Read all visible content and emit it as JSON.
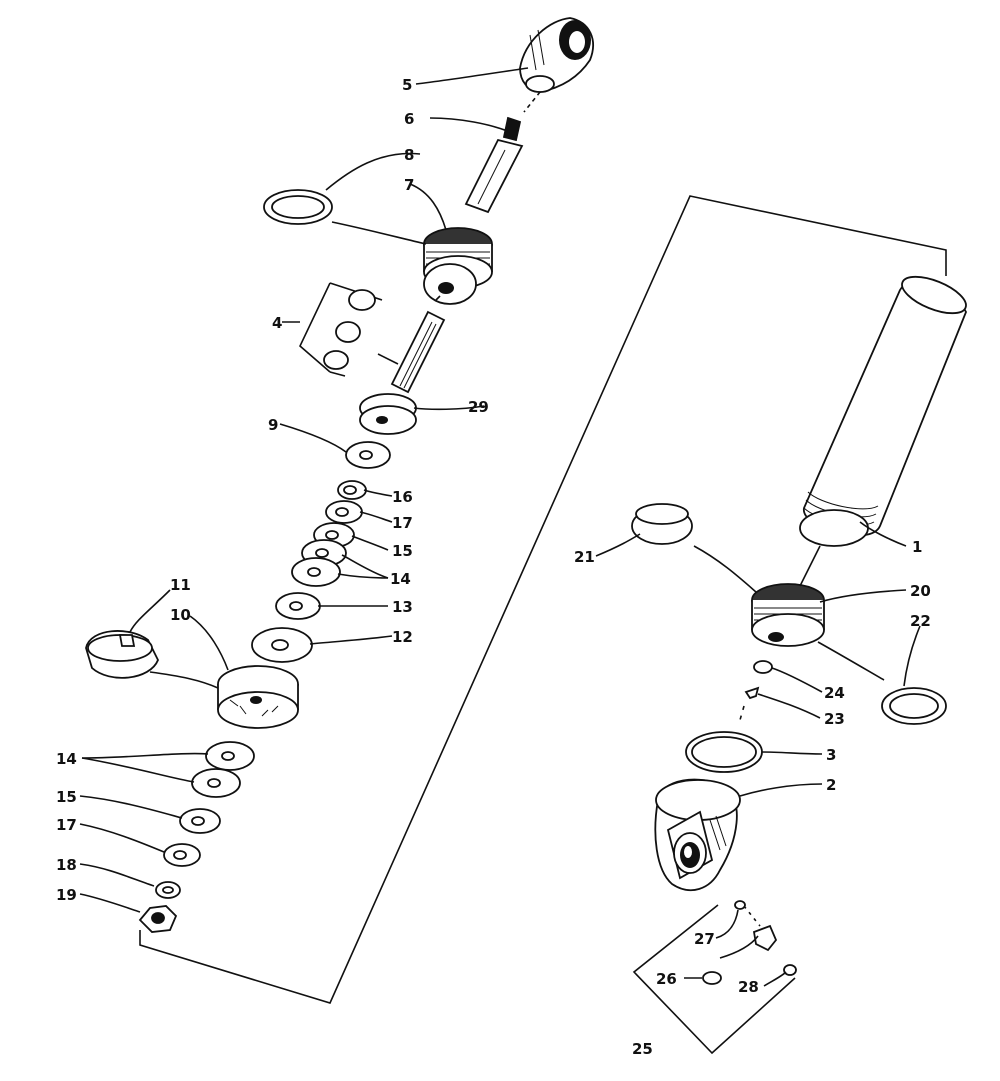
{
  "diagram": {
    "colors": {
      "ink": "#111111",
      "paper": "#ffffff"
    },
    "labels": {
      "p1": "1",
      "p2": "2",
      "p3": "3",
      "p4": "4",
      "p5": "5",
      "p6": "6",
      "p7": "7",
      "p8": "8",
      "p9": "9",
      "p10": "10",
      "p11": "11",
      "p12": "12",
      "p13": "13",
      "p14a": "14",
      "p14b": "14",
      "p15a": "15",
      "p15b": "15",
      "p16": "16",
      "p17a": "17",
      "p17b": "17",
      "p18": "18",
      "p19": "19",
      "p20": "20",
      "p21": "21",
      "p22": "22",
      "p23": "23",
      "p24": "24",
      "p25": "25",
      "p26": "26",
      "p27": "27",
      "p28": "28",
      "p29": "29"
    }
  }
}
